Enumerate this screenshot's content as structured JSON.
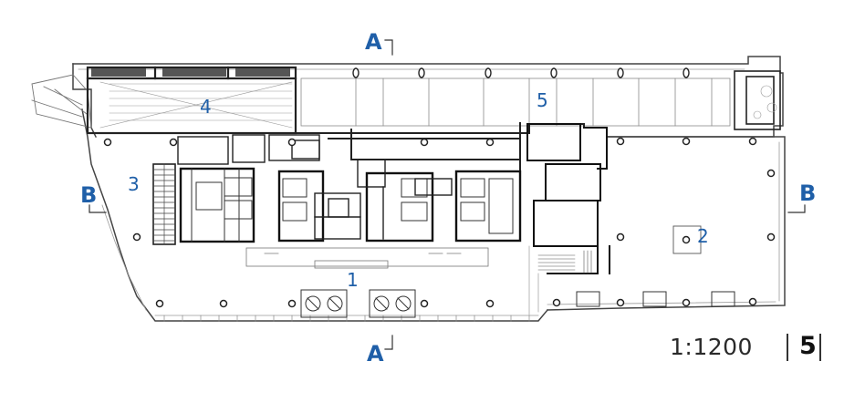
{
  "section_markers": {
    "a_top": "A",
    "a_bottom": "A",
    "b_left": "B",
    "b_right": "B"
  },
  "room_numbers": [
    "1",
    "2",
    "3",
    "4",
    "5"
  ],
  "scale": "1:1200",
  "floor_number": "5",
  "colors": {
    "label_blue": "#1f5fa8",
    "line_dark": "#222222",
    "line_light": "#9a9a9a"
  }
}
